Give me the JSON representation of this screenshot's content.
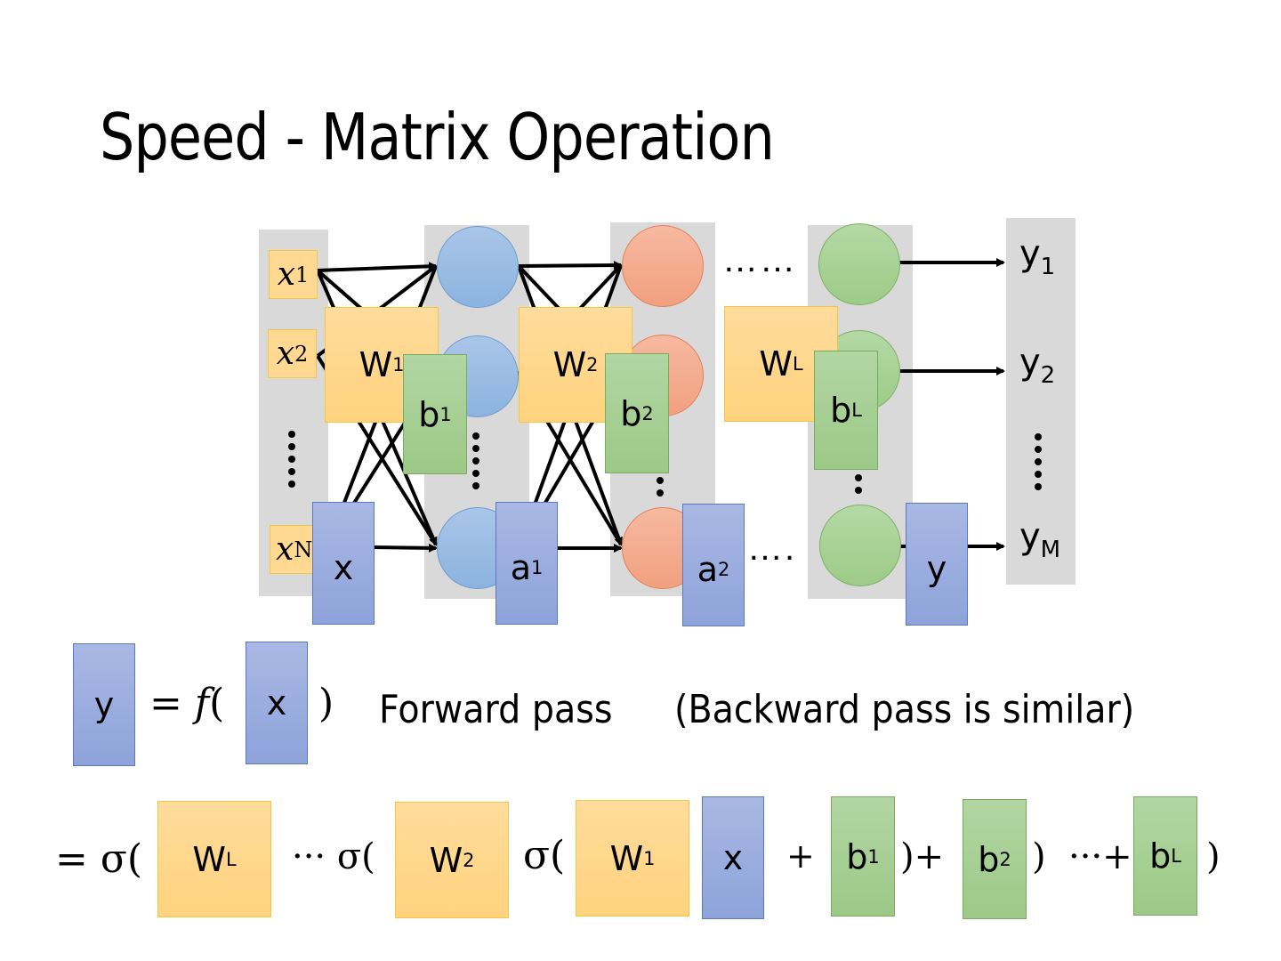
{
  "title": "Speed - Matrix Operation",
  "network": {
    "inputs": [
      {
        "base": "x",
        "sub": "1"
      },
      {
        "base": "x",
        "sub": "2"
      },
      {
        "base": "x",
        "sub": "N"
      }
    ],
    "outputs": [
      {
        "base": "y",
        "sub": "1"
      },
      {
        "base": "y",
        "sub": "2"
      },
      {
        "base": "y",
        "sub": "M"
      }
    ],
    "weights": [
      {
        "base": "W",
        "sup": "1"
      },
      {
        "base": "W",
        "sup": "2"
      },
      {
        "base": "W",
        "sup": "L"
      }
    ],
    "biases": [
      {
        "base": "b",
        "sup": "1"
      },
      {
        "base": "b",
        "sup": "2"
      },
      {
        "base": "b",
        "sup": "L"
      }
    ],
    "vectors": [
      {
        "base": "x",
        "sup": ""
      },
      {
        "base": "a",
        "sup": "1"
      },
      {
        "base": "a",
        "sup": "2"
      },
      {
        "base": "y",
        "sup": ""
      }
    ],
    "ellipsis_top": "……",
    "ellipsis_bottom": "…."
  },
  "equation1": {
    "lhs": "y",
    "eq": "= ",
    "func": "f",
    "open": "(",
    "arg": "x",
    "close": ")",
    "label": "Forward pass",
    "note": "(Backward pass is similar)"
  },
  "equation2": {
    "eq_sigma": "= σ(",
    "wl": {
      "base": "W",
      "sup": "L"
    },
    "mid1": "··· σ(",
    "w2": {
      "base": "W",
      "sup": "2"
    },
    "sigma": "σ(",
    "w1": {
      "base": "W",
      "sup": "1"
    },
    "x": "x",
    "plus": "+",
    "b1": {
      "base": "b",
      "sup": "1"
    },
    "close_plus": ")+",
    "b2": {
      "base": "b",
      "sup": "2"
    },
    "close_dots_plus": ")  ···+",
    "bl": {
      "base": "b",
      "sup": "L"
    },
    "close": ")"
  },
  "colors": {
    "weight": "#ffd885",
    "bias": "#a8d095",
    "vector": "#9badde",
    "layer1": "#9bbce4",
    "layer2": "#f4ad90",
    "layerL": "#a9d296",
    "column": "#d9d9d9"
  }
}
